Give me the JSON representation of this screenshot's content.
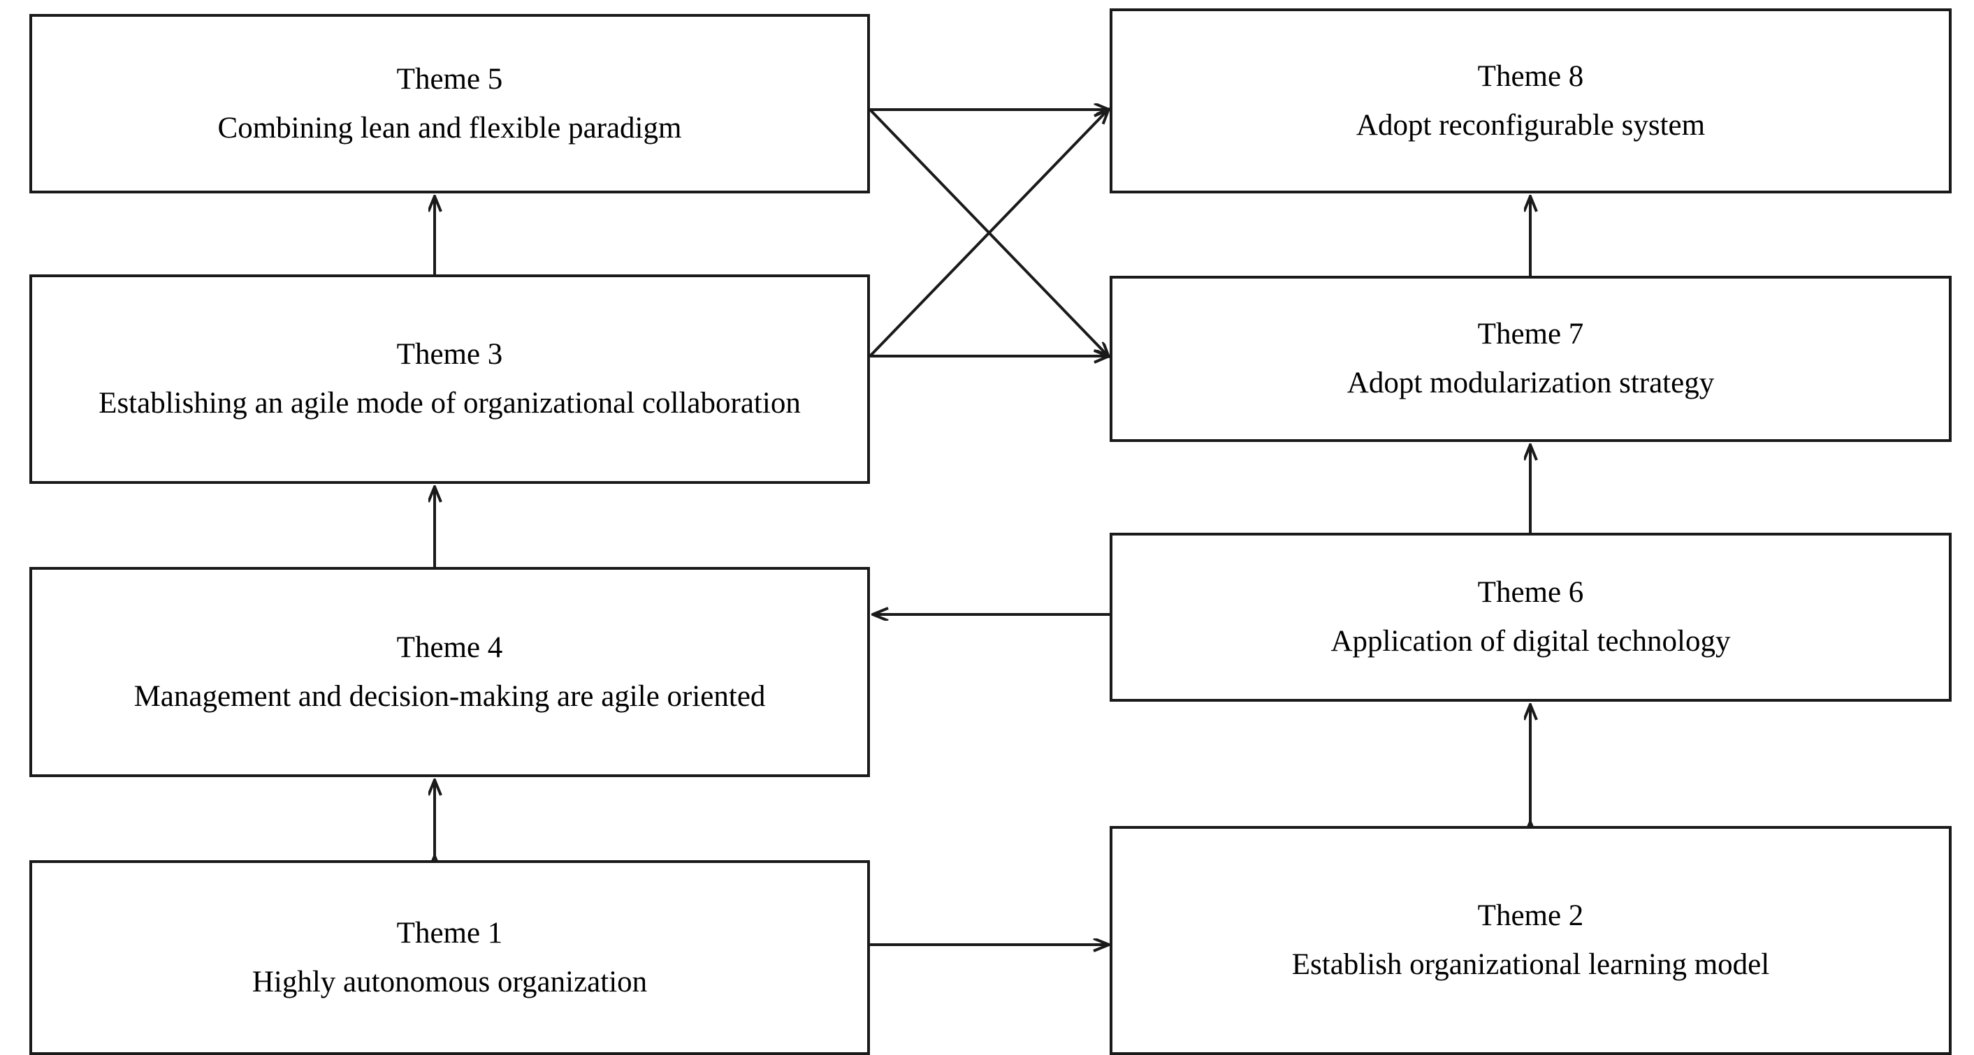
{
  "diagram": {
    "type": "flow-diagram",
    "title": "",
    "background": "#ffffff",
    "line_color": "#1a1a1a",
    "box_border_color": "#1a1a1a",
    "nodes": [
      {
        "id": "theme5",
        "title": "Theme 5",
        "description": "Combining lean and flexible paradigm",
        "column": "left",
        "row": 1
      },
      {
        "id": "theme3",
        "title": "Theme 3",
        "description": "Establishing an agile mode of organizational collaboration",
        "column": "left",
        "row": 2
      },
      {
        "id": "theme4",
        "title": "Theme 4",
        "description": "Management and decision-making are agile oriented",
        "column": "left",
        "row": 3
      },
      {
        "id": "theme1",
        "title": "Theme 1",
        "description": "Highly autonomous organization",
        "column": "left",
        "row": 4
      },
      {
        "id": "theme8",
        "title": "Theme 8",
        "description": "Adopt reconfigurable system",
        "column": "right",
        "row": 1
      },
      {
        "id": "theme7",
        "title": "Theme 7",
        "description": "Adopt modularization strategy",
        "column": "right",
        "row": 2
      },
      {
        "id": "theme6",
        "title": "Theme 6",
        "description": "Application of digital technology",
        "column": "right",
        "row": 3
      },
      {
        "id": "theme2",
        "title": "Theme 2",
        "description": "Establish organizational learning model",
        "column": "right",
        "row": 4
      }
    ],
    "edges": [
      {
        "from": "theme3",
        "to": "theme5",
        "arrow": "single",
        "direction": "up"
      },
      {
        "from": "theme4",
        "to": "theme3",
        "arrow": "single",
        "direction": "up"
      },
      {
        "from": "theme1",
        "to": "theme4",
        "arrow": "double",
        "direction": "vertical"
      },
      {
        "from": "theme5",
        "to": "theme8",
        "arrow": "single",
        "direction": "right"
      },
      {
        "from": "theme5",
        "to": "theme7",
        "arrow": "single",
        "direction": "diagonal-down-right"
      },
      {
        "from": "theme3",
        "to": "theme8",
        "arrow": "single",
        "direction": "diagonal-up-right"
      },
      {
        "from": "theme3",
        "to": "theme7",
        "arrow": "single",
        "direction": "right"
      },
      {
        "from": "theme7",
        "to": "theme8",
        "arrow": "single",
        "direction": "up"
      },
      {
        "from": "theme6",
        "to": "theme7",
        "arrow": "single",
        "direction": "up"
      },
      {
        "from": "theme6",
        "to": "theme4",
        "arrow": "single",
        "direction": "left"
      },
      {
        "from": "theme2",
        "to": "theme6",
        "arrow": "double",
        "direction": "vertical"
      },
      {
        "from": "theme1",
        "to": "theme2",
        "arrow": "single",
        "direction": "right"
      }
    ]
  }
}
